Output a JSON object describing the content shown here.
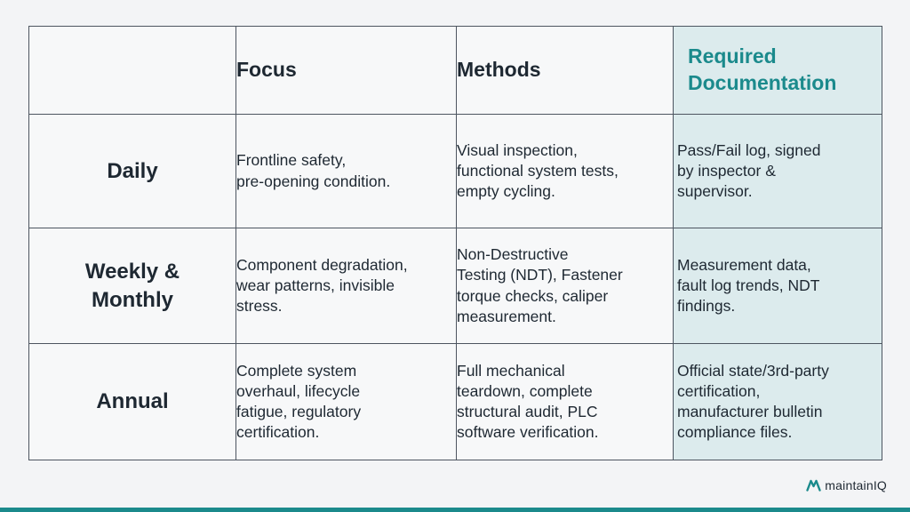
{
  "table": {
    "headers": {
      "corner": "",
      "focus": "Focus",
      "methods": "Methods",
      "documentation": [
        "Required",
        "Documentation"
      ]
    },
    "rows": [
      {
        "label": [
          "Daily"
        ],
        "focus": [
          "Frontline safety,",
          "pre-opening condition."
        ],
        "methods": [
          "Visual inspection,",
          "functional system tests,",
          "empty cycling."
        ],
        "documentation": [
          "Pass/Fail log, signed",
          "by inspector &",
          "supervisor."
        ]
      },
      {
        "label": [
          "Weekly &",
          "Monthly"
        ],
        "focus": [
          "Component degradation,",
          "wear patterns, invisible",
          "stress."
        ],
        "methods": [
          "Non-Destructive",
          "Testing (NDT), Fastener",
          "torque checks, caliper",
          "measurement."
        ],
        "documentation": [
          "Measurement data,",
          "fault log trends, NDT",
          "findings."
        ]
      },
      {
        "label": [
          "Annual"
        ],
        "focus": [
          "Complete system",
          "overhaul, lifecycle",
          "fatigue, regulatory",
          "certification."
        ],
        "methods": [
          "Full mechanical",
          "teardown, complete",
          "structural audit, PLC",
          "software verification."
        ],
        "documentation": [
          "Official state/3rd-party",
          "certification,",
          "manufacturer bulletin",
          "compliance files."
        ]
      }
    ]
  },
  "brand": {
    "name": "maintainIQ",
    "icon": "maintainiq-logo-icon"
  },
  "colors": {
    "accent": "#1b8a8c",
    "accent_column_bg": "#dcebed",
    "text": "#1e2832",
    "border": "#4d5560",
    "background": "#f3f4f6"
  }
}
